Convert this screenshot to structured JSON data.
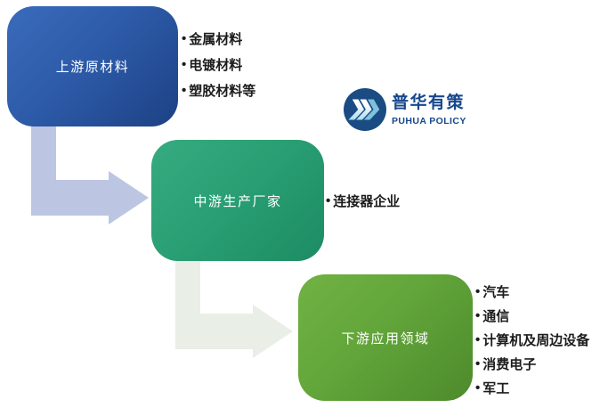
{
  "ui": {
    "bullet": "•"
  },
  "diagram": {
    "nodes": [
      {
        "id": "upstream",
        "label": "上游原材料",
        "gradient": [
          "#3a6bbb",
          "#1d4184"
        ],
        "items": [
          "金属材料",
          "电镀材料",
          "塑胶材料等"
        ]
      },
      {
        "id": "midstream",
        "label": "中游生产厂家",
        "gradient": [
          "#36ab80",
          "#1d8c63"
        ],
        "items": [
          "连接器企业"
        ]
      },
      {
        "id": "downstream",
        "label": "下游应用领域",
        "gradient": [
          "#71b243",
          "#4d8a2c"
        ],
        "items": [
          "汽车",
          "通信",
          "计算机及周边设备",
          "消费电子",
          "军工"
        ]
      }
    ],
    "arrows": [
      {
        "from": "upstream",
        "to": "midstream",
        "color": "#bcc6e2"
      },
      {
        "from": "midstream",
        "to": "downstream",
        "color": "#e9eee7"
      }
    ]
  },
  "logo": {
    "name_cn": "普华有策",
    "name_en": "PUHUA POLICY",
    "brand_color": "#17478c",
    "icon": "chevrons-icon",
    "icon_bg": "#1a4b82"
  }
}
